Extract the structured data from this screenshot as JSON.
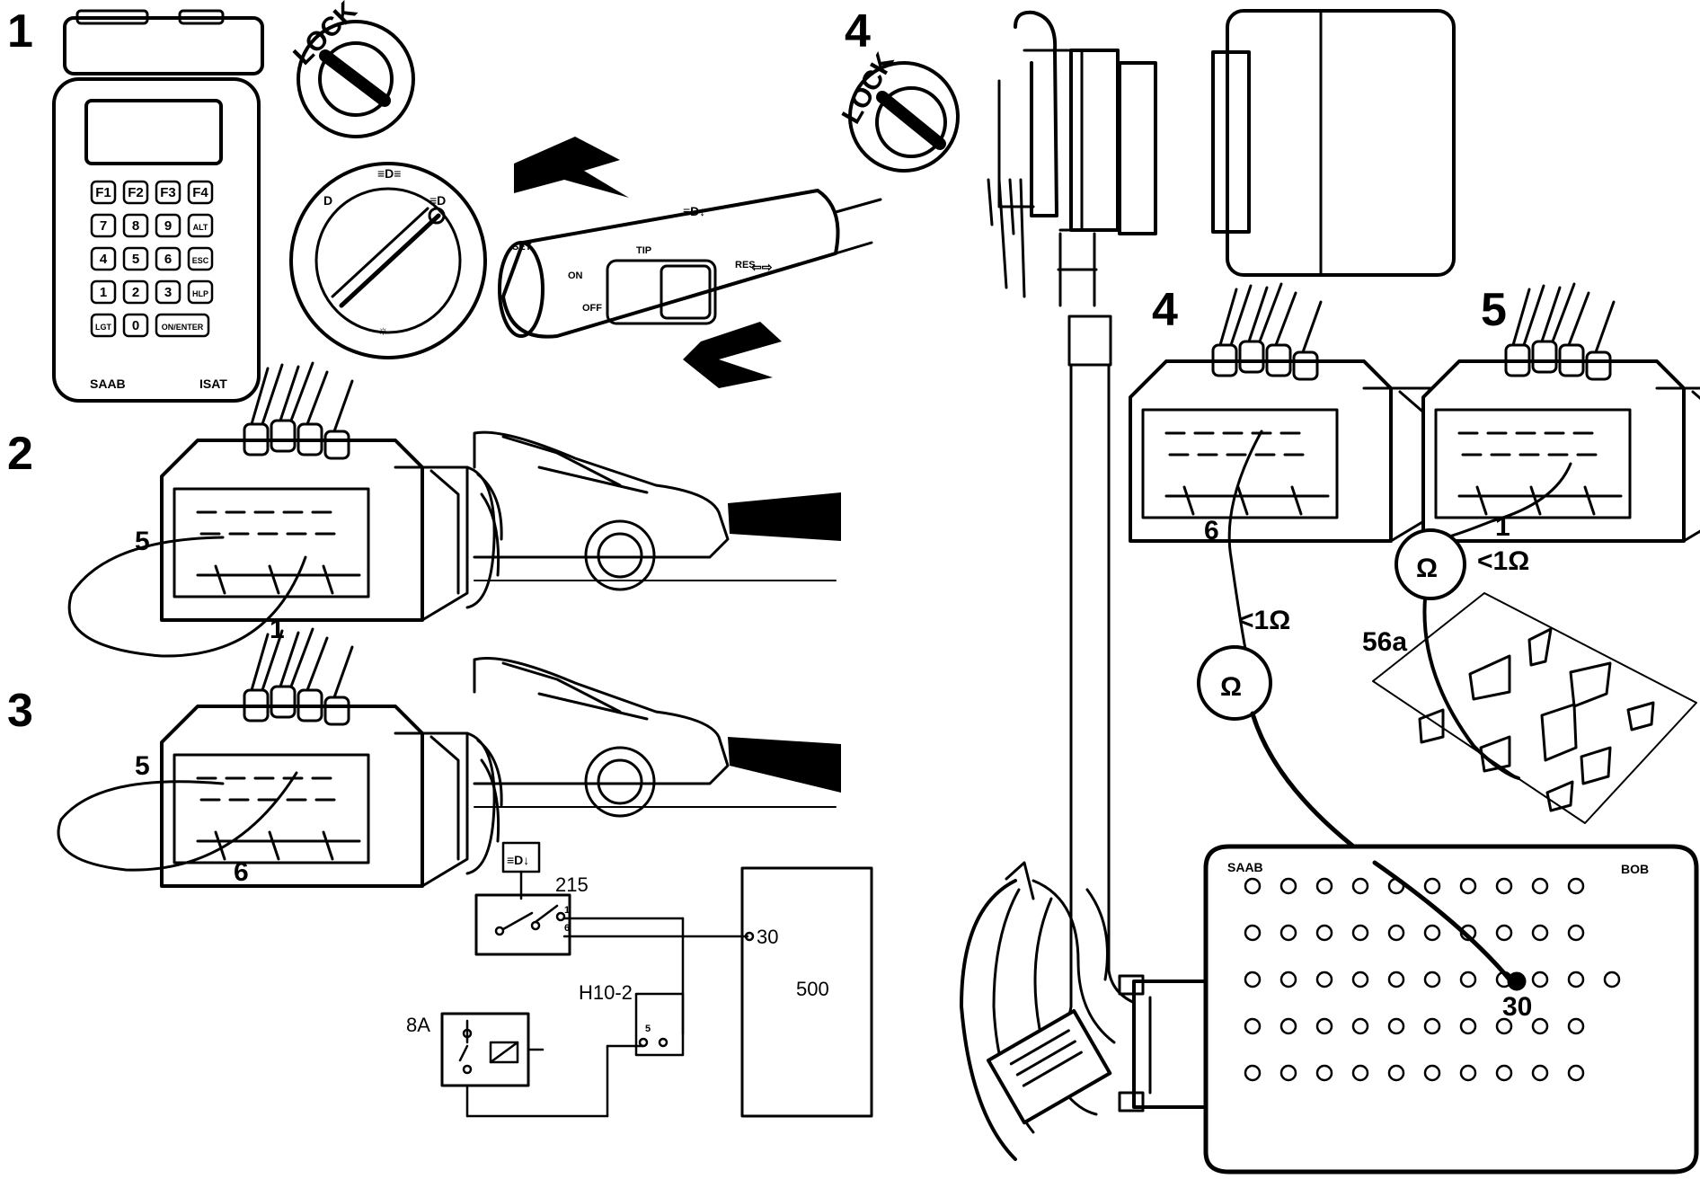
{
  "steps": {
    "s1": "1",
    "s2": "2",
    "s3": "3",
    "s4a": "4",
    "s4b": "4",
    "s5": "5"
  },
  "isat": {
    "brand": "SAAB",
    "model": "ISAT",
    "keys": [
      "F1",
      "F2",
      "F3",
      "F4",
      "7",
      "8",
      "9",
      "ALT",
      "4",
      "5",
      "6",
      "ESC",
      "1",
      "2",
      "3",
      "HLP",
      "LGT",
      "0",
      "ON/ENTER"
    ]
  },
  "ignition": {
    "lock_label": "LOCK"
  },
  "stalk": {
    "set": "SET",
    "on": "ON",
    "off": "OFF",
    "tip": "TIP",
    "res": "RES"
  },
  "connector_step2": {
    "pin_a": "5",
    "pin_b": "1"
  },
  "connector_step3": {
    "pin_a": "5",
    "pin_b": "6"
  },
  "connector_step4": {
    "pin": "6",
    "resistance": "<1Ω",
    "ohm": "Ω"
  },
  "connector_step5": {
    "pin": "1",
    "resistance": "<1Ω",
    "ohm": "Ω",
    "relay_pin": "56a"
  },
  "bob": {
    "brand": "SAAB",
    "name": "BOB",
    "pin": "30"
  },
  "schematic": {
    "switch_ref": "215",
    "pin1": "1",
    "pin6": "6",
    "ecu_pin": "30",
    "ecu_ref": "500",
    "connector_ref": "H10-2",
    "connector_pin": "5",
    "relay_ref": "8A"
  }
}
